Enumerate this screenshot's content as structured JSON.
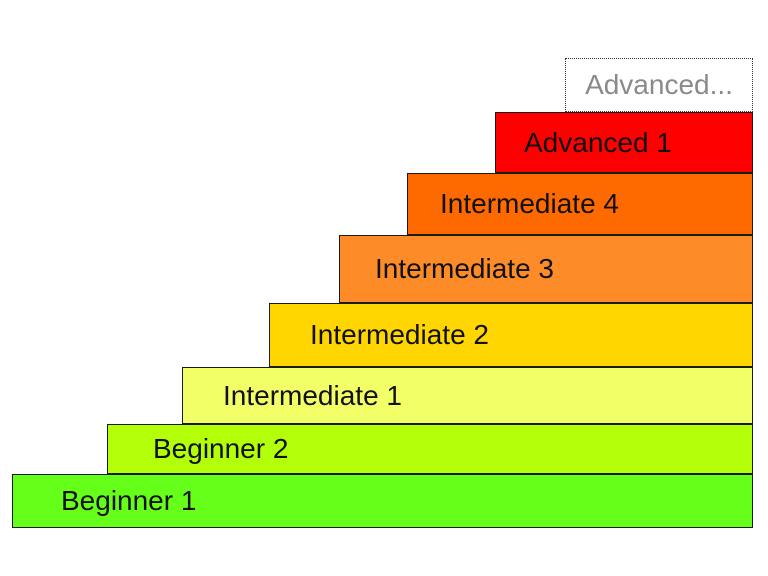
{
  "diagram": {
    "steps": [
      {
        "label": "Beginner 1",
        "color": "#66ff1a"
      },
      {
        "label": "Beginner 2",
        "color": "#b3ff0a"
      },
      {
        "label": "Intermediate 1",
        "color": "#f2ff66"
      },
      {
        "label": "Intermediate 2",
        "color": "#ffd600"
      },
      {
        "label": "Intermediate 3",
        "color": "#fd8c28"
      },
      {
        "label": "Intermediate 4",
        "color": "#ff6a00"
      },
      {
        "label": "Advanced 1",
        "color": "#ff0000"
      }
    ],
    "next_step": {
      "label": "Advanced...",
      "text_color": "#8a8a8a"
    }
  }
}
